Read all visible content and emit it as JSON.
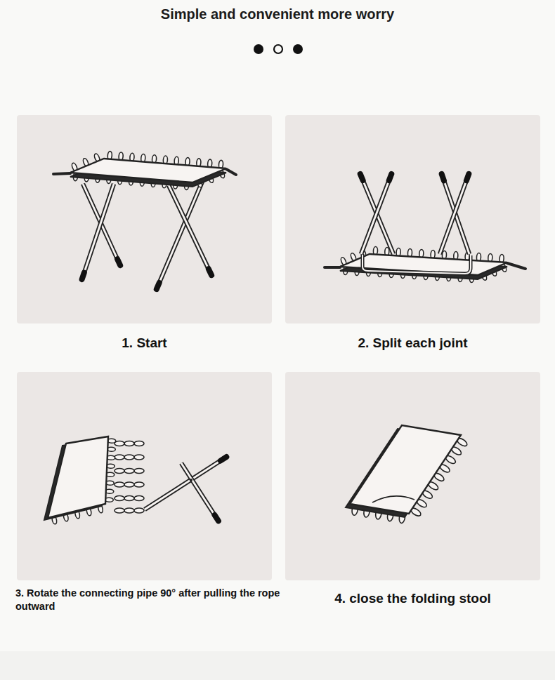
{
  "diagram": {
    "title": "Simple and convenient more worry",
    "nodes": [
      {
        "text": [
          "1. Start"
        ]
      },
      {
        "text": [
          "2. Split each joint"
        ]
      },
      {
        "text": [
          "3. Rotate the connecting pipe 90° after pulling the rope outward"
        ]
      },
      {
        "text": [
          "4. close the folding stool"
        ]
      }
    ]
  }
}
